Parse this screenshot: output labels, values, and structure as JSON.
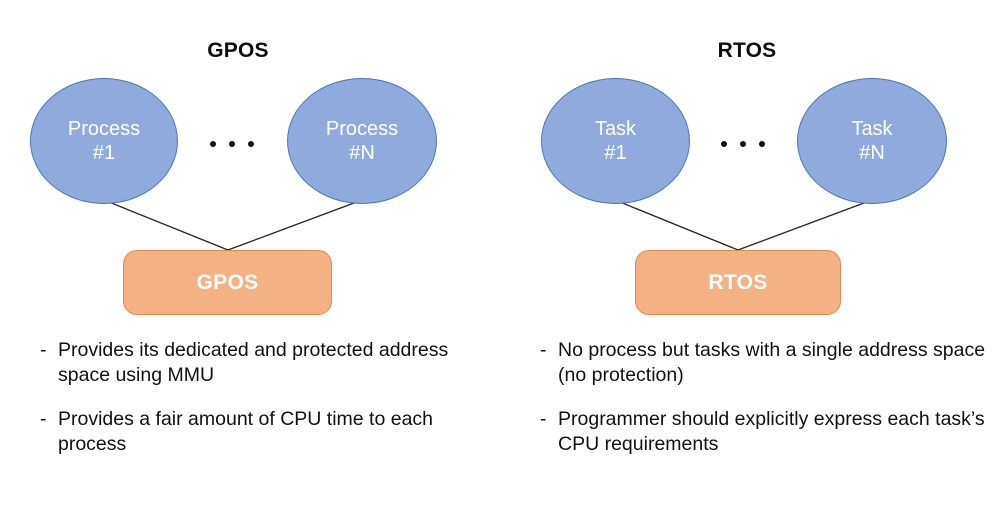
{
  "diagram": {
    "title_left": "GPOS",
    "title_right": "RTOS",
    "ellipsis": "...",
    "colors": {
      "ellipse_fill": "#8FAADC",
      "ellipse_border": "#4A77BD",
      "os_box_fill": "#F4B183",
      "os_box_border": "#E08A4B",
      "text_dark": "#0D0D0D",
      "text_on_shape": "#FFFFFF",
      "connector": "#222222",
      "background": "#FFFFFF"
    },
    "left": {
      "heading": "GPOS",
      "nodes": [
        {
          "line1": "Process",
          "line2": "#1"
        },
        {
          "line1": "Process",
          "line2": "#N"
        }
      ],
      "os_label": "GPOS",
      "bullets": [
        {
          "marker": "-",
          "text": "Provides its dedicated and protected address space using MMU"
        },
        {
          "marker": "-",
          "text": "Provides a fair amount of CPU time to each process"
        }
      ]
    },
    "right": {
      "heading": "RTOS",
      "nodes": [
        {
          "line1": "Task",
          "line2": "#1"
        },
        {
          "line1": "Task",
          "line2": "#N"
        }
      ],
      "os_label": "RTOS",
      "bullets": [
        {
          "marker": "-",
          "text": "No process but tasks with a single address space (no protection)"
        },
        {
          "marker": "-",
          "text": "Programmer should explicitly express each task’s CPU requirements"
        }
      ]
    }
  }
}
